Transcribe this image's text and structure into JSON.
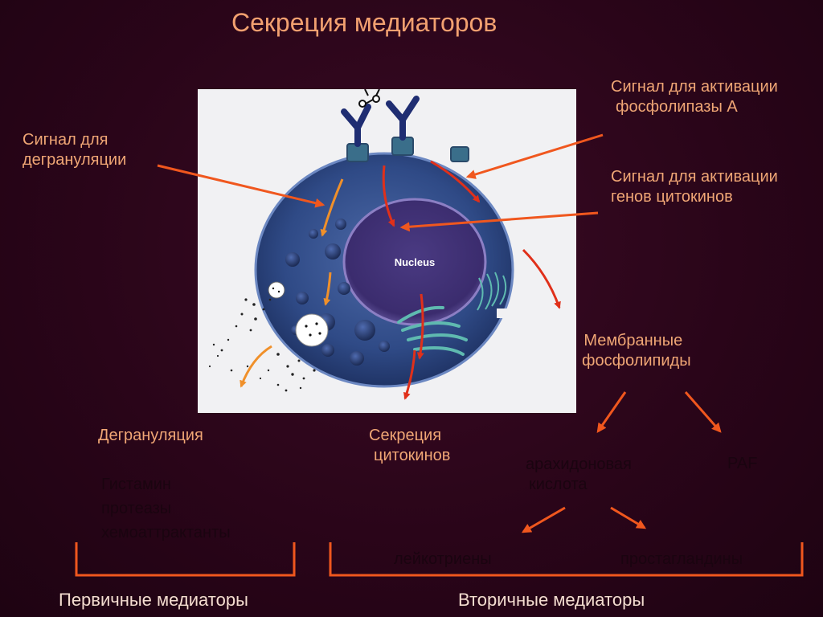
{
  "title": "Секреция медиаторов",
  "labels": {
    "signal_degranulation": [
      "Сигнал для",
      "дегрануляции"
    ],
    "signal_phospholipase": [
      "Сигнал для активации",
      "фосфолипазы А"
    ],
    "signal_cytokine_genes": [
      "Сигнал для активации",
      "генов цитокинов"
    ],
    "membrane_phospholipids": [
      "Мембранные",
      "фосфолипиды"
    ],
    "degranulation": "Дегрануляция",
    "cytokine_secretion": [
      "Секреция",
      "цитокинов"
    ],
    "arachidonic_acid": [
      "арахидоновая",
      "кислота"
    ],
    "paf": "PAF",
    "histamine": "Гистамин",
    "proteases": "протеазы",
    "chemoattractants": "хемоаттрактанты",
    "leukotrienes": "лейкотриены",
    "prostaglandins": "простагландины"
  },
  "cell": {
    "nucleus_label": "Nucleus"
  },
  "footer": {
    "primary": "Первичные медиаторы",
    "secondary": "Вторичные медиаторы"
  },
  "colors": {
    "background": "#2a0519",
    "label_text": "#f0a675",
    "footer_text": "#f4ddd0",
    "arrow": "#f0571e",
    "bracket": "#f0571e",
    "hidden_text": "#1a0410"
  }
}
